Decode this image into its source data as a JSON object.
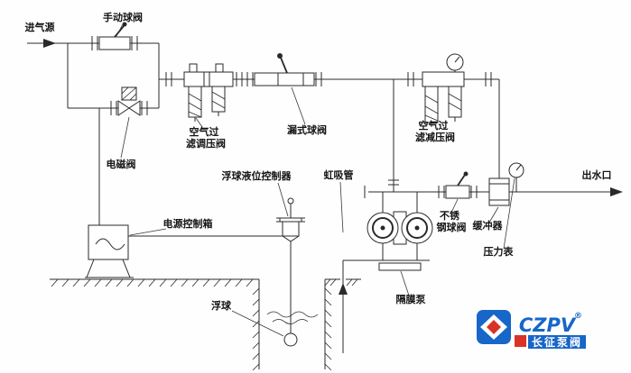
{
  "diagram": {
    "labels": {
      "air_source": "进气源",
      "manual_ball_valve": "手动球阀",
      "solenoid_valve": "电磁阀",
      "air_filter_regulator_l1": "空气过",
      "air_filter_regulator_l2": "滤调压阀",
      "leak_ball_valve": "漏式球阀",
      "air_filter_reducer_l1": "空气过",
      "air_filter_reducer_l2": "滤减压阀",
      "power_control_box": "电源控制箱",
      "float_level_controller": "浮球液位控制器",
      "siphon_tube": "虹吸管",
      "stainless_ball_valve_l1": "不锈",
      "stainless_ball_valve_l2": "钢球阀",
      "buffer": "缓冲器",
      "pressure_gauge": "压力表",
      "water_outlet": "出水口",
      "diaphragm_pump": "隔膜泵",
      "float_ball": "浮球"
    },
    "logo": {
      "brand": "CZPV",
      "registered": "®",
      "name": "长征泵阀"
    },
    "colors": {
      "line": "#2a2a2a",
      "text": "#141414",
      "logo_blue": "#1766c8",
      "logo_red": "#d93226"
    }
  }
}
